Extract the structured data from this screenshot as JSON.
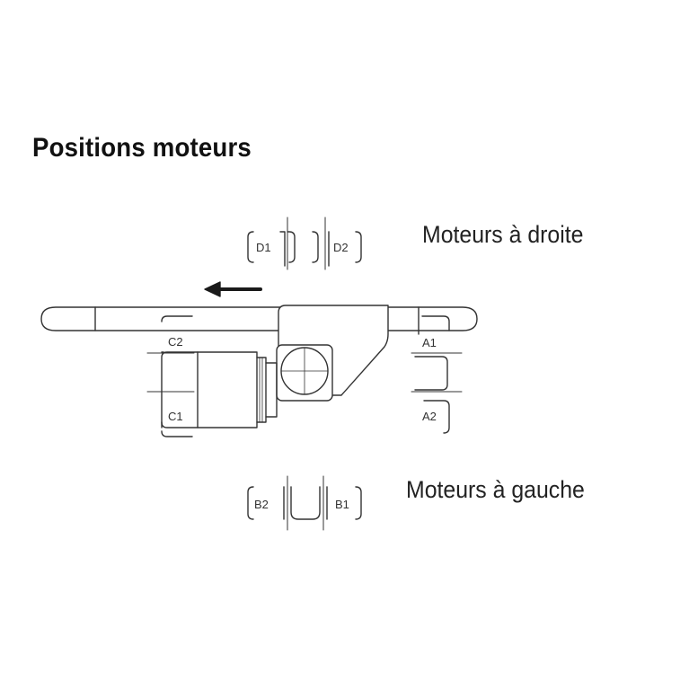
{
  "title": "Positions moteurs",
  "captions": {
    "right": "Moteurs à droite",
    "left": "Moteurs à gauche"
  },
  "positions": {
    "d1": "D1",
    "d2": "D2",
    "c1": "C1",
    "c2": "C2",
    "a1": "A1",
    "a2": "A2",
    "b1": "B1",
    "b2": "B2"
  },
  "colors": {
    "line": "#333333",
    "text": "#222222",
    "background": "#ffffff"
  }
}
